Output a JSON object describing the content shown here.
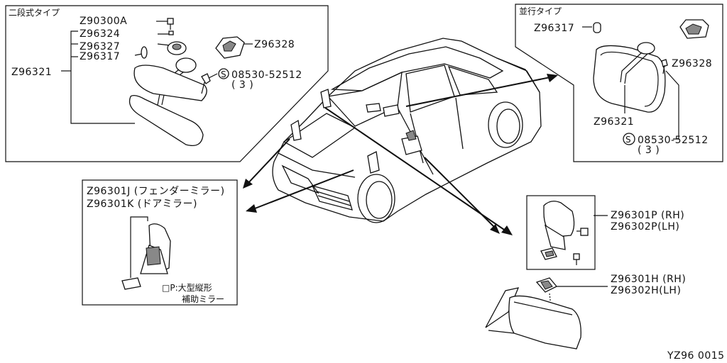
{
  "boxes": {
    "two_stage": {
      "title": "二段式タイプ",
      "parts": [
        "Z90300A",
        "Z96324",
        "Z96327",
        "Z96317",
        "Z96321",
        "Z96328"
      ],
      "bolt_label": "08530-52512",
      "bolt_qty": "( 3 )",
      "bolt_symbol": "S"
    },
    "parallel": {
      "title": "並行タイプ",
      "parts": [
        "Z96317",
        "Z96328",
        "Z96321"
      ],
      "bolt_label": "08530-52512",
      "bolt_qty": "( 3 )",
      "bolt_symbol": "S"
    },
    "fender": {
      "line1": "Z96301J (フェンダーミラー)",
      "line2": "Z96301K (ドアミラー)",
      "op_line1": "□P:大型縦形",
      "op_line2": "補助ミラー"
    },
    "door": {
      "p_rh": "Z96301P (RH)",
      "p_lh": "Z96302P(LH)",
      "h_rh": "Z96301H (RH)",
      "h_lh": "Z96302H(LH)"
    }
  },
  "footer_code": "YZ96 0015"
}
